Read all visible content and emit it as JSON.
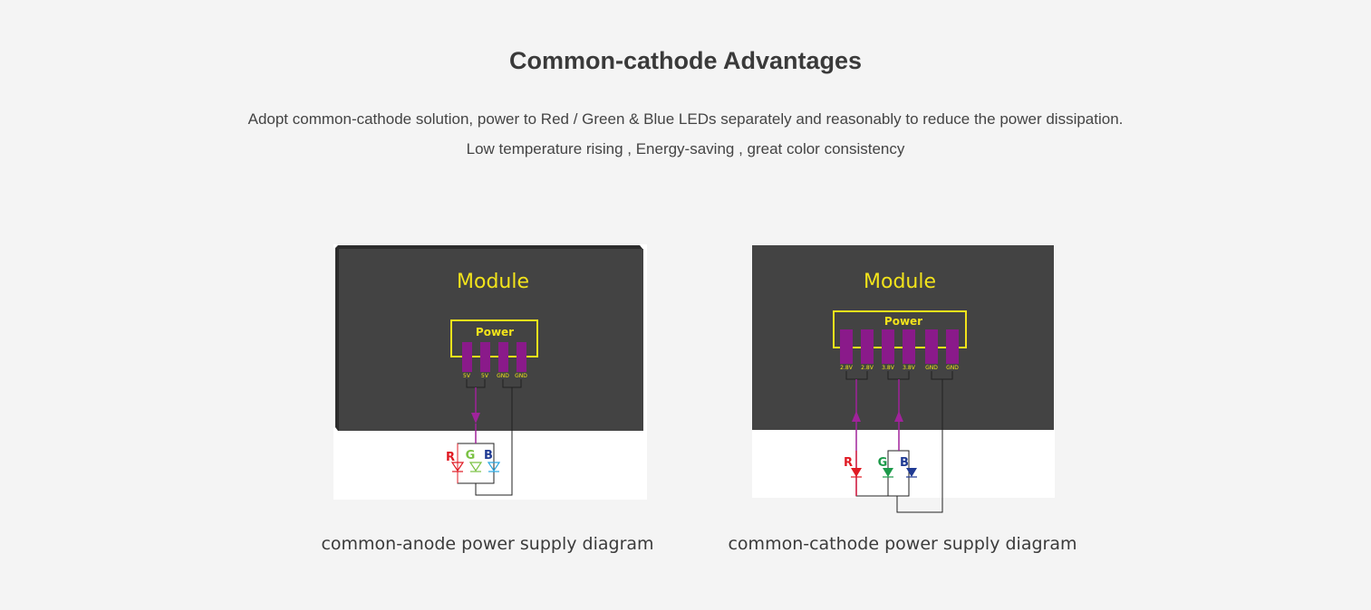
{
  "heading": "Common-cathode Advantages",
  "description": {
    "line1": "Adopt common-cathode solution, power to Red / Green & Blue LEDs separately and reasonably to reduce the power dissipation.",
    "line2": "Low temperature rising , Energy-saving , great color consistency"
  },
  "anode": {
    "module_label": "Module",
    "power_label": "Power",
    "pins": [
      "5V",
      "5V",
      "GND",
      "GND"
    ],
    "leds": [
      "R",
      "G",
      "B"
    ],
    "caption": "common-anode power supply diagram"
  },
  "cathode": {
    "module_label": "Module",
    "power_label": "Power",
    "pins": [
      "2.8V",
      "2.8V",
      "3.8V",
      "3.8V",
      "GND",
      "GND"
    ],
    "leds": [
      "R",
      "G",
      "B"
    ],
    "caption": "common-cathode power supply diagram"
  },
  "colors": {
    "module_bg": "#434343",
    "module_text": "#f2e31b",
    "pin": "#8a1a8a",
    "power_arrow": "#a0239b",
    "red": "#e01b24",
    "green": "#1d9a4a",
    "green_light": "#7ac143",
    "blue": "#1f3a93",
    "blue_light": "#2aa7e0"
  }
}
